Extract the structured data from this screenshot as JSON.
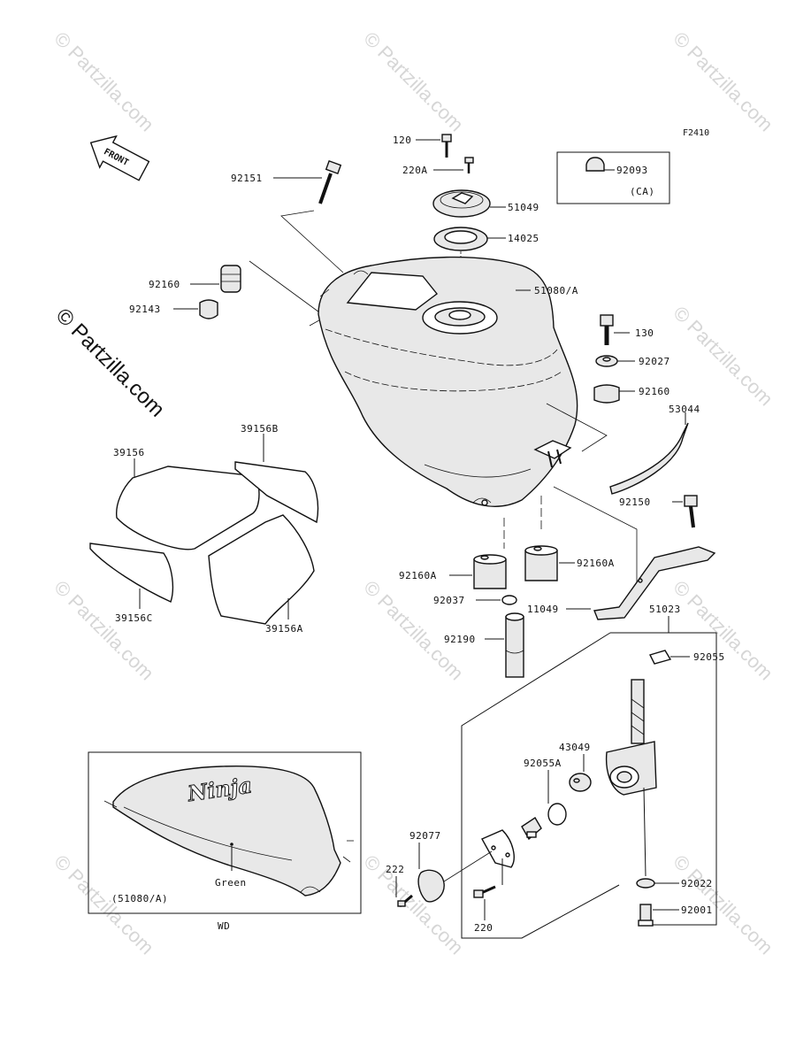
{
  "diagram_code": "F2410",
  "front_label": "FRONT",
  "watermark": "© Partzilla.com",
  "inset": {
    "tank_ref": "(51080/A)",
    "color_note": "Green",
    "model_code": "WD",
    "logo_text": "Ninja"
  },
  "part_labels": {
    "p120": "120",
    "p220A": "220A",
    "p51049": "51049",
    "p14025": "14025",
    "p92093": "92093",
    "pCA": "(CA)",
    "p92151": "92151",
    "p51080A": "51080/A",
    "p92160_left": "92160",
    "p92143": "92143",
    "p130": "130",
    "p92027": "92027",
    "p92160_right": "92160",
    "p53044": "53044",
    "p39156": "39156",
    "p39156B": "39156B",
    "p39156C": "39156C",
    "p39156A": "39156A",
    "p92150": "92150",
    "p92160A_left": "92160A",
    "p92160A_right": "92160A",
    "p92037": "92037",
    "p11049": "11049",
    "p51023": "51023",
    "p92190": "92190",
    "p92055": "92055",
    "p43049": "43049",
    "p92055A": "92055A",
    "p92077": "92077",
    "p222": "222",
    "p220": "220",
    "p92022": "92022",
    "p92001": "92001"
  }
}
